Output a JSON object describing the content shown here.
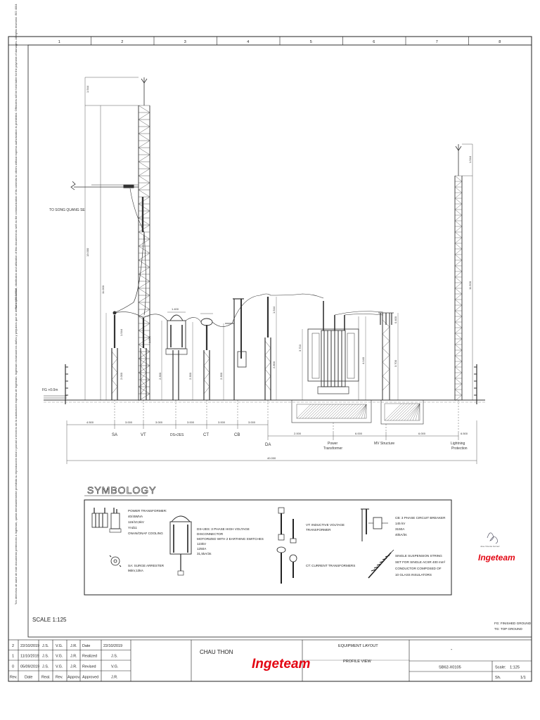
{
  "grid": {
    "columns": [
      "1",
      "2",
      "3",
      "4",
      "5",
      "6",
      "7",
      "8"
    ]
  },
  "side_notes": {
    "top": "\"the reproduction, distribution and utilization of this document as well as the communication of its contents to others without express authorization is prohibited. Offenders will be held liable for the payment of damages. All rights reserved. ISO 4004",
    "bottom": "\"los derechos de autor de este documento pertenecen a Ingeteam, queda terminantemente prohibida su reproducción total o parcial a terceros sin la autorización expresa de Ingeteam. Ingeteam reclamará los daños y perjuicios que se deriven. ISO 16016"
  },
  "drawing": {
    "line_label": "TO SONG QUANG SE",
    "ground_label": "FG +0.0m",
    "equipment_labels": [
      "SA",
      "VT",
      "DS+2ES",
      "CT",
      "CB",
      "DA"
    ],
    "lower_labels": {
      "power_transformer": [
        "Power",
        "Transformer"
      ],
      "mv_structure": "MV Structure",
      "lightning_protection": [
        "Lightning",
        "Protection"
      ]
    },
    "dims": {
      "mast_top_left": "1.544",
      "mast_top_right": "1.544",
      "h_13000": "13.000",
      "h_11000": "11.000",
      "h_11500": "11.500",
      "sa_h1": "1.544",
      "sa_h2": "2.000",
      "vt_h": "1.800",
      "ds_w": "1.400",
      "ds_h": "2.300",
      "ct_h": "2.300",
      "cb_h": "2.300",
      "da_h1": "1.544",
      "da_h2": "2.800",
      "tr_h1": "3.710",
      "tr_h2": "4.140",
      "mv_h1": "0.400",
      "mv_h2": "3.700",
      "spans_upper": [
        "4.500",
        "3.000",
        "3.000",
        "3.000",
        "3.000",
        "3.000"
      ],
      "spans_lower": [
        "2.000",
        "6.000",
        "6.000",
        "6.500"
      ],
      "total": "40.000"
    }
  },
  "symbology": {
    "title": "SYMBOLOGY",
    "items": {
      "power_transformer": [
        "POWER TRANSFORMER:",
        "40/45MVA",
        "115/10,5kV",
        "Ynd11",
        "ONAN/ONAF COOLING"
      ],
      "ds": [
        "DS+2ES: 3 PHASE HIGH VOLTAGE",
        "DISCONNECTOR",
        "MOTORIZED WITH 2 EARTHING SWITCHES",
        "123kV",
        "1250A",
        "31,5kA/3s"
      ],
      "vt": [
        "VT: INDUCTIVE VOLTAGE",
        "TRANSFORMER"
      ],
      "cb": [
        "CB: 3 PHASE CIRCUIT BREAKER",
        "145 kV",
        "3150A",
        "40kA/3s"
      ],
      "sa": [
        "SA: SURGE ARRESTER",
        "96kV,10kA"
      ],
      "ct": [
        "CT: CURRENT TRANSFORMERS"
      ],
      "string": [
        "SINGLE SUSPENSION STRING",
        "SET FOR SINGLE ACSR 400 mm²",
        "CONDUCTOR COMPOSED OF",
        "10 GLASS INSULATORS"
      ]
    }
  },
  "scale_label": "SCALE 1:125",
  "legend_notes": [
    "FG: FINISHED GROUND",
    "TG: TOP GROUND"
  ],
  "brand": {
    "name": "Ingeteam",
    "color": "#e30613"
  },
  "signature_caption": "Jose Vicente Gómez",
  "title_block": {
    "revisions": [
      [
        "2",
        "22/10/2019",
        "J.S.",
        "V.G.",
        "J.R."
      ],
      [
        "1",
        "11/10/2019",
        "J.S.",
        "V.G.",
        "J.R."
      ],
      [
        "0",
        "05/09/2019",
        "J.S.",
        "V.G.",
        "J.R."
      ]
    ],
    "rev_headers": [
      "Rev.",
      "Date",
      "Real.",
      "Rev.",
      "Approv."
    ],
    "approvals": [
      [
        "Date",
        "22/10/2019"
      ],
      [
        "Realized",
        "J.S."
      ],
      [
        "Revised",
        "V.G."
      ],
      [
        "Approved",
        "J.R."
      ]
    ],
    "project": "CHAU THON",
    "title1": "EQUIPMENT LAYOUT",
    "title2": "PROFILE VIEW",
    "drawing_number": "SB62-X0105",
    "scale_label": "Scale:",
    "scale_value": "1:125",
    "sheet_label": "Sh.",
    "sheet_value": "1/1",
    "dash": "-"
  }
}
